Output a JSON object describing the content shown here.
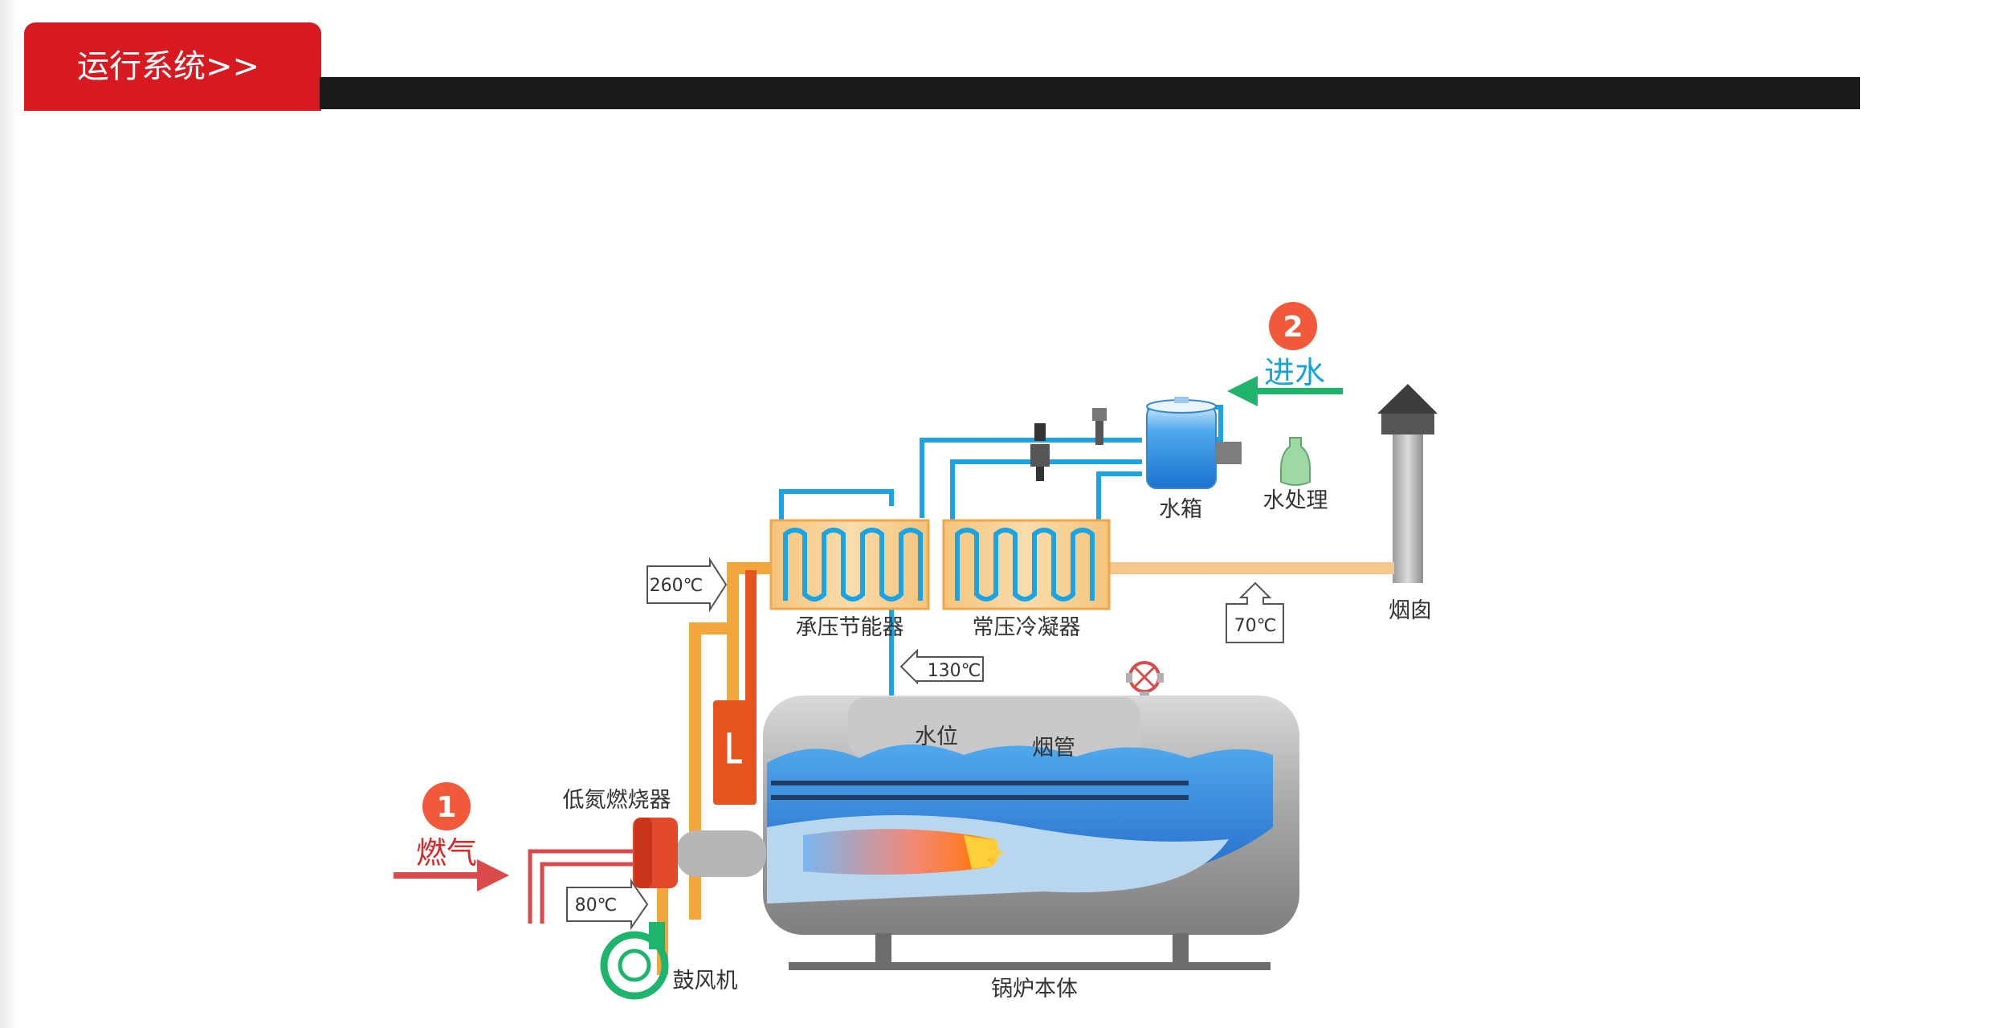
{
  "header": {
    "title": "运行系统>>"
  },
  "badges": {
    "one": "1",
    "two": "2"
  },
  "inputs": {
    "gas": "燃气",
    "water": "进水"
  },
  "components": {
    "tank": "水箱",
    "water_treatment": "水处理",
    "chimney": "烟囱",
    "economizer": "承压节能器",
    "condenser": "常压冷凝器",
    "burner": "低氮燃烧器",
    "blower": "鼓风机",
    "boiler_body": "锅炉本体",
    "water_level": "水位",
    "flue_tube": "烟管"
  },
  "temperatures": {
    "t260": "260℃",
    "t130": "130℃",
    "t70": "70℃",
    "t80": "80℃"
  },
  "colors": {
    "accent": "#d71a1f",
    "water_pipe": "#1ca3e3",
    "flue_pipe": "#f3a63b",
    "inlet_arrow": "#1fb46b",
    "burner_red": "#e24a2b"
  }
}
